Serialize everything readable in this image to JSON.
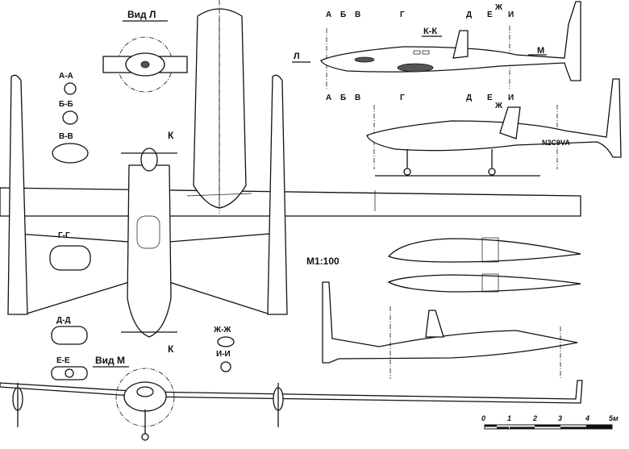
{
  "views": {
    "view_L": "Вид Л",
    "view_M": "Вид М",
    "section_KK": "К-К",
    "scale": "М1:100",
    "cut_K_top": "К",
    "cut_K_bottom": "К",
    "arrow_L": "Л",
    "arrow_M": "М",
    "registration": "N2C9VA"
  },
  "sections": [
    "А-А",
    "Б-Б",
    "В-В",
    "Г-Г",
    "Д-Д",
    "Е-Е",
    "Ж-Ж",
    "И-И"
  ],
  "station_marks_top": [
    "А",
    "Б",
    "В",
    "Г",
    "Д",
    "Е",
    "Ж",
    "И"
  ],
  "station_marks_bottom": [
    "А",
    "Б",
    "В",
    "Г",
    "Д",
    "Е",
    "Ж",
    "И"
  ],
  "scale_bar": {
    "ticks": [
      "0",
      "1",
      "2",
      "3",
      "4",
      "5м"
    ]
  }
}
